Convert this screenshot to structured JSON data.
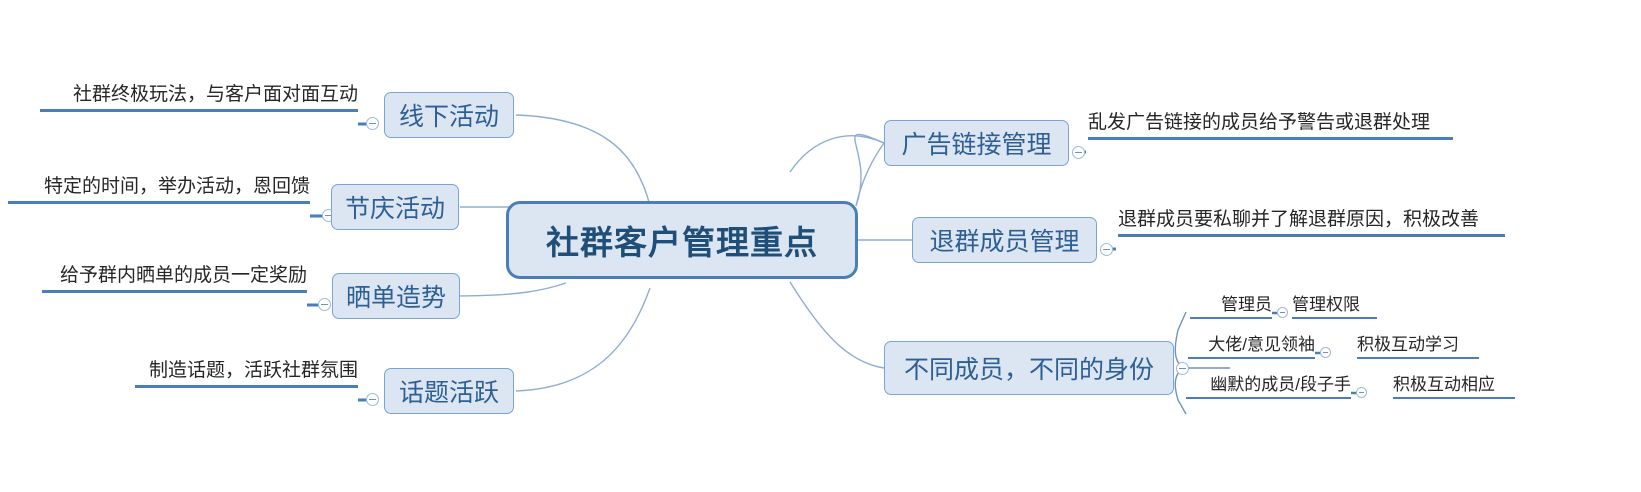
{
  "map": {
    "title": "社群客户管理重点",
    "theme": {
      "node_fill": "#dce6f2",
      "node_border": "#7ba3d4",
      "central_border": "#4a7ebb",
      "central_text": "#1f4e79",
      "branch_text": "#2e5f94",
      "leaf_text": "#262626",
      "leaf_underline": "#4a7ebb",
      "connector": "#8fadd4",
      "background": "#ffffff"
    }
  },
  "left_branches": [
    {
      "label": "线下活动",
      "leaf": "社群终极玩法，与客户面对面互动",
      "marker": "collapse-marker"
    },
    {
      "label": "节庆活动",
      "leaf": "特定的时间，举办活动，恩回馈",
      "marker": "collapse-marker"
    },
    {
      "label": "晒单造势",
      "leaf": "给予群内晒单的成员一定奖励",
      "marker": "collapse-marker"
    },
    {
      "label": "话题活跃",
      "leaf": "制造话题，活跃社群氛围",
      "marker": "collapse-marker"
    }
  ],
  "right_branches": [
    {
      "label": "广告链接管理",
      "leaf": "乱发广告链接的成员给予警告或退群处理",
      "marker": "collapse-marker"
    },
    {
      "label": "退群成员管理",
      "leaf": "退群成员要私聊并了解退群原因，积极改善",
      "marker": "collapse-marker"
    },
    {
      "label": "不同成员，不同的身份",
      "marker": "collapse-marker",
      "sub_items": [
        {
          "role": "管理员",
          "detail": "管理权限",
          "marker": "collapse-marker"
        },
        {
          "role": "大佬/意见领袖",
          "detail": "积极互动学习",
          "marker": "collapse-marker"
        },
        {
          "role": "幽默的成员/段子手",
          "detail": "积极互动相应",
          "marker": "collapse-marker"
        }
      ]
    }
  ]
}
